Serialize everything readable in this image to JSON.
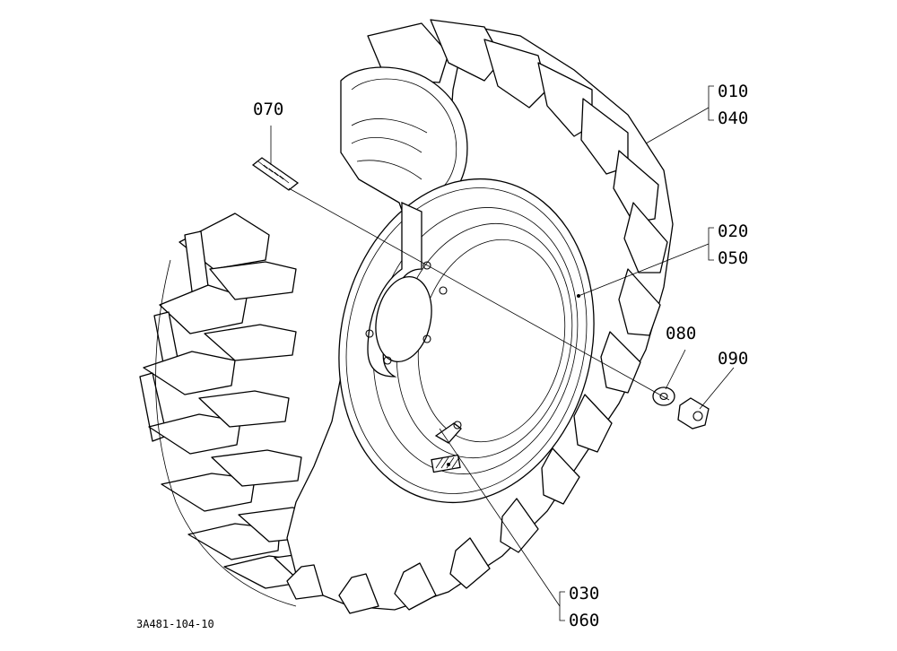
{
  "drawing_code": "3A481-104-10",
  "callouts": [
    {
      "id": "c010-040",
      "codes": [
        "010",
        "040"
      ]
    },
    {
      "id": "c020-050",
      "codes": [
        "020",
        "050"
      ]
    },
    {
      "id": "c070",
      "codes": [
        "070"
      ]
    },
    {
      "id": "c080",
      "codes": [
        "080"
      ]
    },
    {
      "id": "c090",
      "codes": [
        "090"
      ]
    },
    {
      "id": "c030-060",
      "codes": [
        "030",
        "060"
      ]
    }
  ]
}
